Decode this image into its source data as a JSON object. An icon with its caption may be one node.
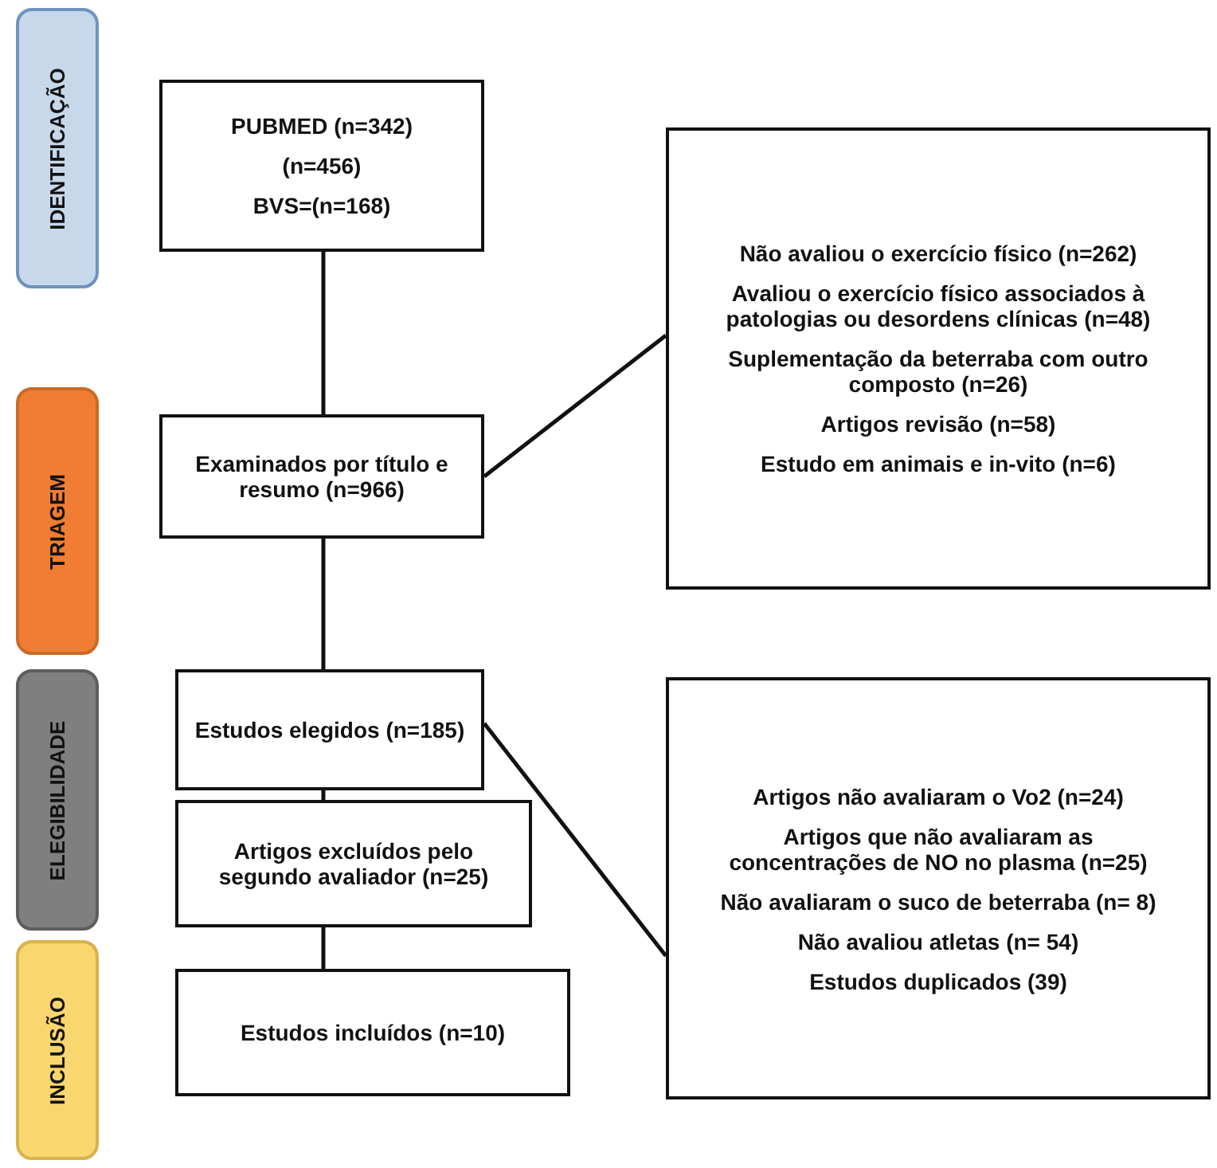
{
  "diagram": {
    "nodes": [
      {
        "text": [
          "IDENTIFICAÇÃO"
        ]
      },
      {
        "text": [
          "TRIAGEM"
        ]
      },
      {
        "text": [
          "ELEGIBILIDADE"
        ]
      },
      {
        "text": [
          "INCLUSÃO"
        ]
      },
      {
        "text": [
          "PUBMED (n=342)",
          "(n=456)",
          "BVS=(n=168)"
        ]
      },
      {
        "text": [
          "Examinados por título e resumo (n=966)"
        ]
      },
      {
        "text": [
          "Não avaliou o exercício físico (n=262)",
          "Avaliou o exercício físico associados à patologias ou desordens clínicas (n=48)",
          "Suplementação da beterraba com outro composto (n=26)",
          "Artigos revisão (n=58)",
          "Estudo em animais e in-vito (n=6)"
        ]
      },
      {
        "text": [
          "Estudos elegidos (n=185)"
        ]
      },
      {
        "text": [
          "Artigos excluídos pelo segundo avaliador (n=25)"
        ]
      },
      {
        "text": [
          "Estudos incluídos (n=10)"
        ]
      },
      {
        "text": [
          "Artigos não avaliaram o Vo2 (n=24)",
          "Artigos que não avaliaram as concentrações de NO no plasma (n=25)",
          "Não avaliaram o suco de beterraba (n= 8)",
          "Não avaliou atletas (n= 54)",
          "Estudos duplicados (39)"
        ]
      }
    ],
    "edges": [
      {
        "from": 4,
        "to": 5,
        "arrow": "none"
      },
      {
        "from": 5,
        "to": 6,
        "arrow": "none"
      },
      {
        "from": 5,
        "to": 7,
        "arrow": "none"
      },
      {
        "from": 7,
        "to": 10,
        "arrow": "none"
      },
      {
        "from": 7,
        "to": 8,
        "arrow": "none"
      },
      {
        "from": 8,
        "to": 9,
        "arrow": "none"
      }
    ]
  }
}
